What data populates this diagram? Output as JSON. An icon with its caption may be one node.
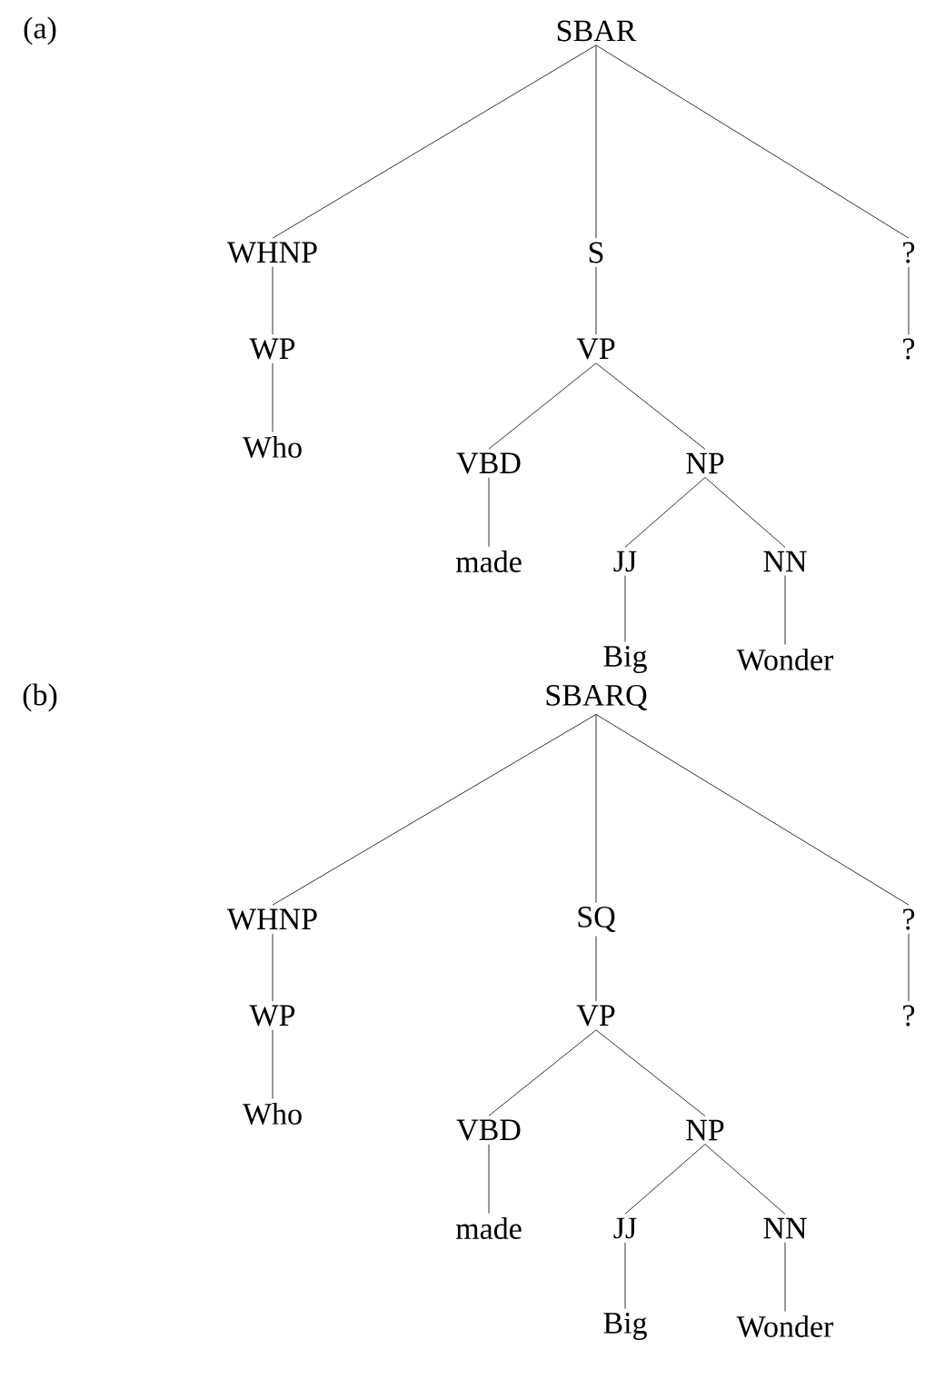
{
  "diagram": {
    "nodes": [
      {
        "text": [
          "SBAR"
        ]
      },
      {
        "text": [
          "WHNP"
        ]
      },
      {
        "text": [
          "S"
        ]
      },
      {
        "text": [
          "?"
        ]
      },
      {
        "text": [
          "WP"
        ]
      },
      {
        "text": [
          "VP"
        ]
      },
      {
        "text": [
          "?"
        ]
      },
      {
        "text": [
          "Who"
        ]
      },
      {
        "text": [
          "VBD"
        ]
      },
      {
        "text": [
          "NP"
        ]
      },
      {
        "text": [
          "made"
        ]
      },
      {
        "text": [
          "JJ"
        ]
      },
      {
        "text": [
          "NN"
        ]
      },
      {
        "text": [
          "Big"
        ]
      },
      {
        "text": [
          "Wonder"
        ]
      },
      {
        "text": [
          "SBARQ"
        ]
      },
      {
        "text": [
          "WHNP"
        ]
      },
      {
        "text": [
          "SQ"
        ]
      },
      {
        "text": [
          "?"
        ]
      },
      {
        "text": [
          "WP"
        ]
      },
      {
        "text": [
          "VP"
        ]
      },
      {
        "text": [
          "?"
        ]
      },
      {
        "text": [
          "Who"
        ]
      },
      {
        "text": [
          "VBD"
        ]
      },
      {
        "text": [
          "NP"
        ]
      },
      {
        "text": [
          "made"
        ]
      },
      {
        "text": [
          "JJ"
        ]
      },
      {
        "text": [
          "NN"
        ]
      },
      {
        "text": [
          "Big"
        ]
      },
      {
        "text": [
          "Wonder"
        ]
      }
    ],
    "edges": [
      {
        "from": 0,
        "to": 1,
        "arrow": "none"
      },
      {
        "from": 0,
        "to": 2,
        "arrow": "none"
      },
      {
        "from": 0,
        "to": 3,
        "arrow": "none"
      },
      {
        "from": 1,
        "to": 4,
        "arrow": "none"
      },
      {
        "from": 2,
        "to": 5,
        "arrow": "none"
      },
      {
        "from": 3,
        "to": 6,
        "arrow": "none"
      },
      {
        "from": 4,
        "to": 7,
        "arrow": "none"
      },
      {
        "from": 5,
        "to": 8,
        "arrow": "none"
      },
      {
        "from": 5,
        "to": 9,
        "arrow": "none"
      },
      {
        "from": 8,
        "to": 10,
        "arrow": "none"
      },
      {
        "from": 9,
        "to": 11,
        "arrow": "none"
      },
      {
        "from": 9,
        "to": 12,
        "arrow": "none"
      },
      {
        "from": 11,
        "to": 13,
        "arrow": "none"
      },
      {
        "from": 12,
        "to": 14,
        "arrow": "none"
      },
      {
        "from": 15,
        "to": 16,
        "arrow": "none"
      },
      {
        "from": 15,
        "to": 17,
        "arrow": "none"
      },
      {
        "from": 15,
        "to": 18,
        "arrow": "none"
      },
      {
        "from": 16,
        "to": 19,
        "arrow": "none"
      },
      {
        "from": 17,
        "to": 20,
        "arrow": "none"
      },
      {
        "from": 18,
        "to": 21,
        "arrow": "none"
      },
      {
        "from": 19,
        "to": 22,
        "arrow": "none"
      },
      {
        "from": 20,
        "to": 23,
        "arrow": "none"
      },
      {
        "from": 20,
        "to": 24,
        "arrow": "none"
      },
      {
        "from": 23,
        "to": 25,
        "arrow": "none"
      },
      {
        "from": 24,
        "to": 26,
        "arrow": "none"
      },
      {
        "from": 24,
        "to": 27,
        "arrow": "none"
      },
      {
        "from": 26,
        "to": 28,
        "arrow": "none"
      },
      {
        "from": 27,
        "to": 29,
        "arrow": "none"
      }
    ],
    "labels": [
      "(a)",
      "(b)"
    ]
  }
}
